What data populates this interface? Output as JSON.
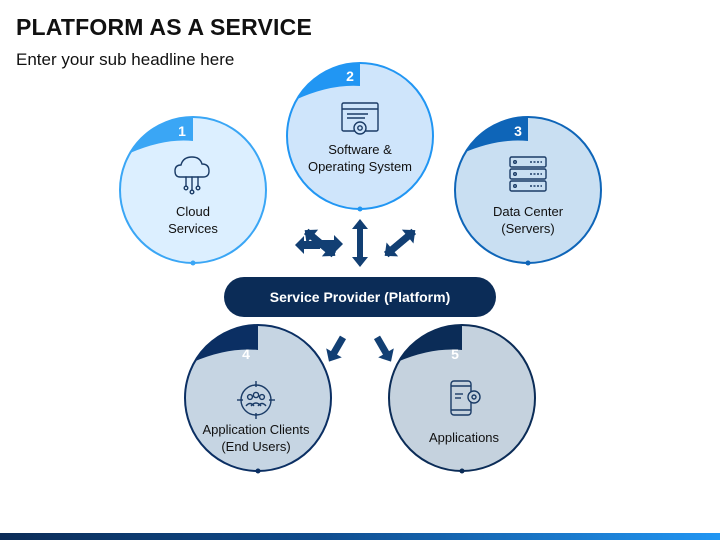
{
  "title": "PLATFORM AS A SERVICE",
  "subtitle": "Enter your sub headline here",
  "center": {
    "label": "Service Provider (Platform)"
  },
  "nodes": [
    {
      "number": "1",
      "lines": [
        "Cloud",
        "Services"
      ],
      "icon": "cloud-network-icon",
      "accent": "#3aa6f5",
      "fill": "#dcefff"
    },
    {
      "number": "2",
      "lines": [
        "Software &",
        "Operating System"
      ],
      "icon": "software-settings-icon",
      "accent": "#2196f3",
      "fill": "#cfe5fb"
    },
    {
      "number": "3",
      "lines": [
        "Data Center",
        "(Servers)"
      ],
      "icon": "server-rack-icon",
      "accent": "#0e65b8",
      "fill": "#c9dff2"
    },
    {
      "number": "4",
      "lines": [
        "Application Clients",
        "(End Users)"
      ],
      "icon": "users-target-icon",
      "accent": "#0b2f63",
      "fill": "#c6d5e3"
    },
    {
      "number": "5",
      "lines": [
        "Applications"
      ],
      "icon": "mobile-app-gear-icon",
      "accent": "#0b2c57",
      "fill": "#c5d2de"
    }
  ],
  "colors": {
    "navy": "#0b2c57",
    "arrow": "#123f73"
  }
}
